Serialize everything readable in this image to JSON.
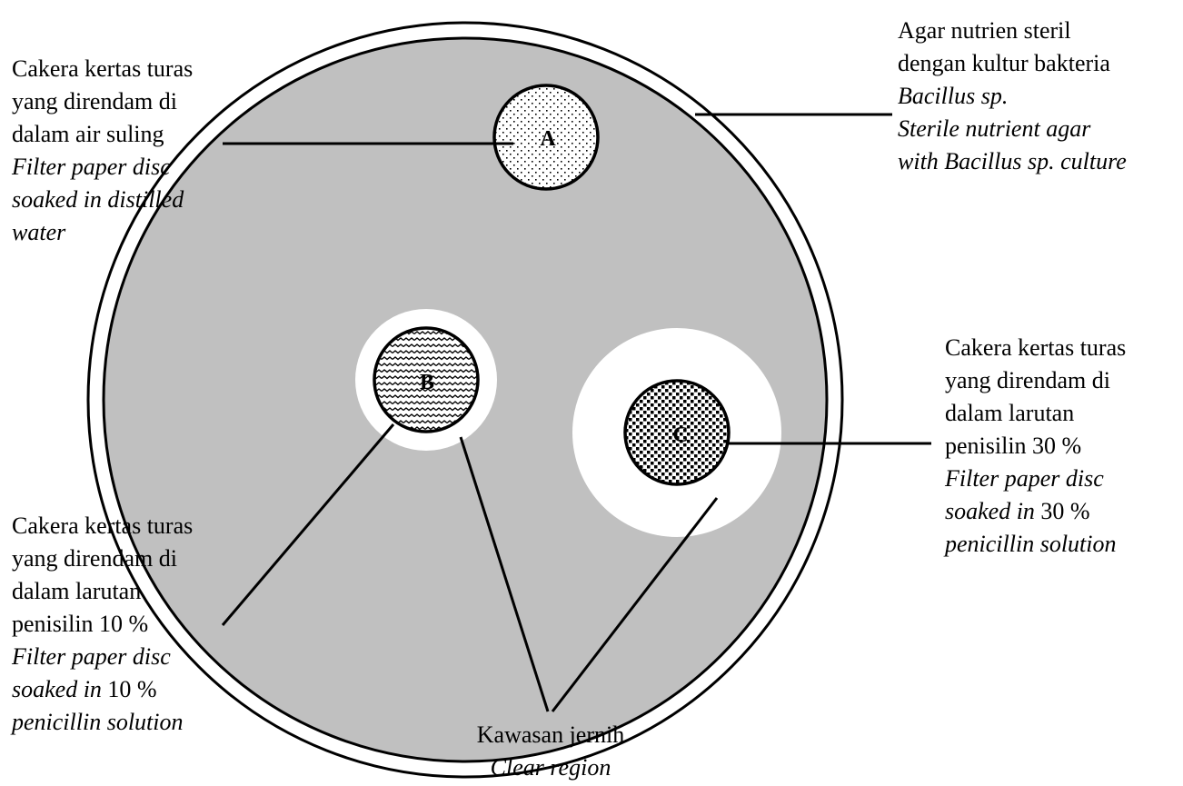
{
  "colors": {
    "agar": "#c0c0c0",
    "outline": "#000000",
    "clear_zone": "#ffffff",
    "background": "#ffffff"
  },
  "discs": [
    {
      "letter": "A",
      "pattern": "dotted"
    },
    {
      "letter": "B",
      "pattern": "wavy"
    },
    {
      "letter": "C",
      "pattern": "checkered"
    }
  ],
  "labels": {
    "agar": {
      "line1": "Agar nutrien steril",
      "line2": "dengan kultur bakteria",
      "line3_italic": "Bacillus sp.",
      "line4_italic": "Sterile nutrient agar",
      "line5_italic": "with Bacillus sp. culture"
    },
    "disc_a": {
      "line1": "Cakera kertas turas",
      "line2": "yang direndam di",
      "line3": "dalam air suling",
      "line4_italic": "Filter paper disc",
      "line5_italic": "soaked in distilled",
      "line6_italic": "water"
    },
    "disc_b": {
      "line1": "Cakera kertas turas",
      "line2": "yang direndam di",
      "line3": "dalam larutan",
      "line4": "penisilin 10 %",
      "line5_italic": "Filter paper disc",
      "line6_italic": "soaked in",
      "line6_plain": " 10 %",
      "line7_italic": "penicillin solution"
    },
    "disc_c": {
      "line1": "Cakera kertas turas",
      "line2": "yang direndam di",
      "line3": "dalam larutan",
      "line4": "penisilin 30 %",
      "line5_italic": "Filter paper disc",
      "line6_italic": "soaked in",
      "line6_plain": " 30 %",
      "line7_italic": "penicillin solution"
    },
    "clear_region": {
      "line1": "Kawasan jernih",
      "line2_italic": "Clear region"
    }
  }
}
